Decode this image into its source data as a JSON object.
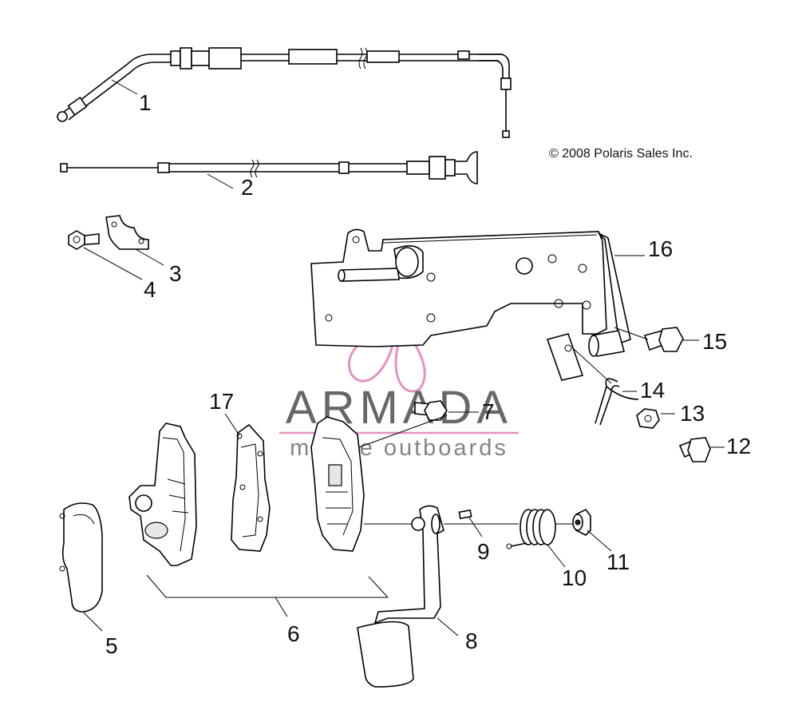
{
  "copyright": "© 2008 Polaris Sales Inc.",
  "watermark": {
    "title": "ARMADA",
    "subtitle": "marine outboards",
    "accent_color": "#e07fb4",
    "logo_icon": "propeller-icon"
  },
  "callouts": {
    "c1": "1",
    "c2": "2",
    "c3": "3",
    "c4": "4",
    "c5": "5",
    "c6": "6",
    "c7": "7",
    "c8": "8",
    "c9": "9",
    "c10": "10",
    "c11": "11",
    "c12": "12",
    "c13": "13",
    "c14": "14",
    "c15": "15",
    "c16": "16",
    "c17": "17"
  }
}
